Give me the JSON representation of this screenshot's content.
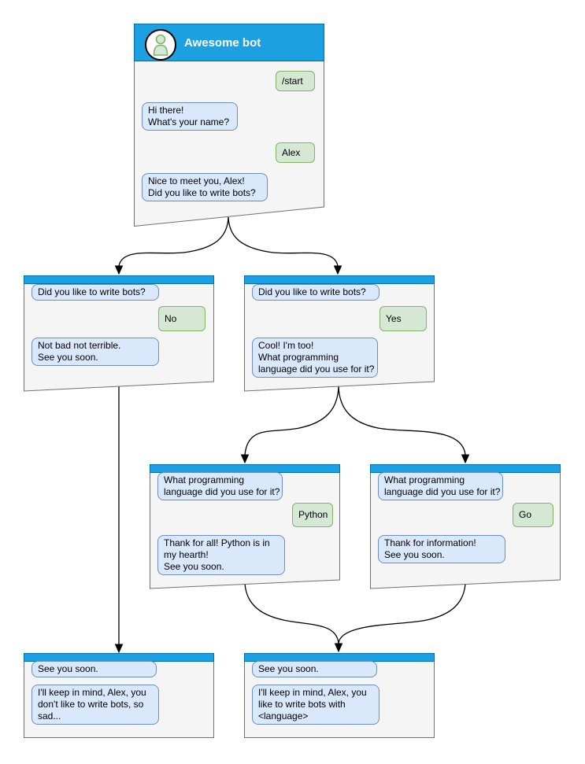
{
  "colors": {
    "header-blue": "#1ba1e2",
    "header-border": "#006eaf",
    "window-fill": "#f5f5f5",
    "window-border": "#707070",
    "bot-bubble-fill": "#dae8fc",
    "bot-bubble-border": "#6c8ebf",
    "user-bubble-fill": "#d5e8d4",
    "user-bubble-border": "#82b366",
    "connector": "#000000",
    "avatar-fill": "#d5e8d4",
    "avatar-stroke": "#82b366"
  },
  "windows": {
    "start": {
      "title": "Awesome bot",
      "avatar_icon": "person-icon",
      "messages": [
        {
          "from": "user",
          "text": "/start"
        },
        {
          "from": "bot",
          "text": "Hi there!\nWhat's your name?"
        },
        {
          "from": "user",
          "text": "Alex"
        },
        {
          "from": "bot",
          "text": "Nice to meet you, Alex!\nDid you like to write bots?"
        }
      ]
    },
    "branch_no": {
      "messages": [
        {
          "from": "bot",
          "text": "Did you like to write bots?"
        },
        {
          "from": "user",
          "text": "No"
        },
        {
          "from": "bot",
          "text": "Not bad not terrible.\nSee you soon."
        }
      ]
    },
    "branch_yes": {
      "messages": [
        {
          "from": "bot",
          "text": "Did you like to write bots?"
        },
        {
          "from": "user",
          "text": "Yes"
        },
        {
          "from": "bot",
          "text": "Cool! I'm too!\nWhat programming\nlanguage did you use for it?"
        }
      ]
    },
    "lang_python": {
      "messages": [
        {
          "from": "bot",
          "text": "What programming\nlanguage did you use for it?"
        },
        {
          "from": "user",
          "text": "Python"
        },
        {
          "from": "bot",
          "text": "Thank for all! Python is in\nmy hearth!\nSee you soon."
        }
      ]
    },
    "lang_go": {
      "messages": [
        {
          "from": "bot",
          "text": "What programming\nlanguage did you use for it?"
        },
        {
          "from": "user",
          "text": "Go"
        },
        {
          "from": "bot",
          "text": "Thank for information!\nSee you soon."
        }
      ]
    },
    "end_no": {
      "messages": [
        {
          "from": "bot",
          "text": "See you soon."
        },
        {
          "from": "bot",
          "text": "I'll keep in mind, Alex, you\ndon't like to write bots, so\nsad..."
        }
      ]
    },
    "end_lang": {
      "messages": [
        {
          "from": "bot",
          "text": "See you soon."
        },
        {
          "from": "bot",
          "text": "I'll keep in mind, Alex, you\nlike to write bots with\n<language>"
        }
      ]
    }
  }
}
